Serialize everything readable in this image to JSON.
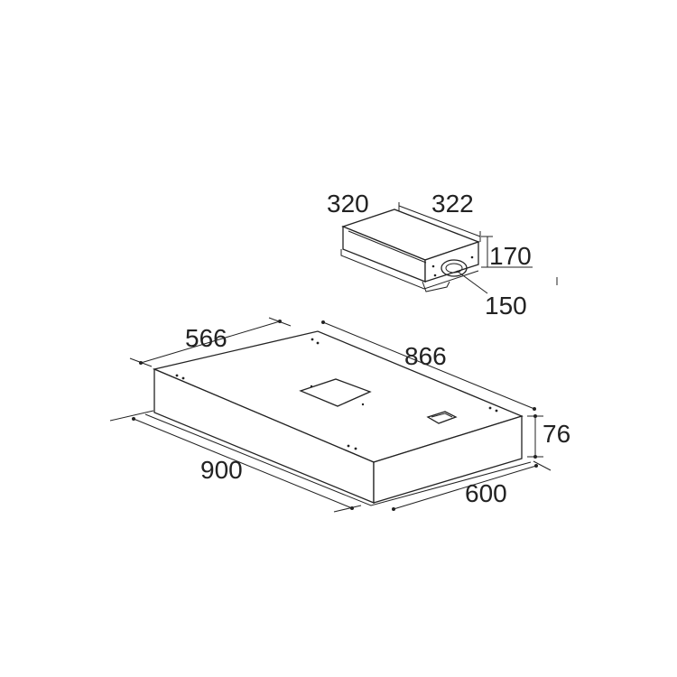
{
  "dimensions": {
    "motor_width": "320",
    "motor_depth": "322",
    "motor_height": "170",
    "duct_diameter": "150",
    "hood_depth": "566",
    "hood_inner_width": "866",
    "hood_height": "76",
    "hood_width": "900",
    "hood_front_depth": "600"
  },
  "colors": {
    "line": "#222222",
    "background": "#ffffff"
  }
}
